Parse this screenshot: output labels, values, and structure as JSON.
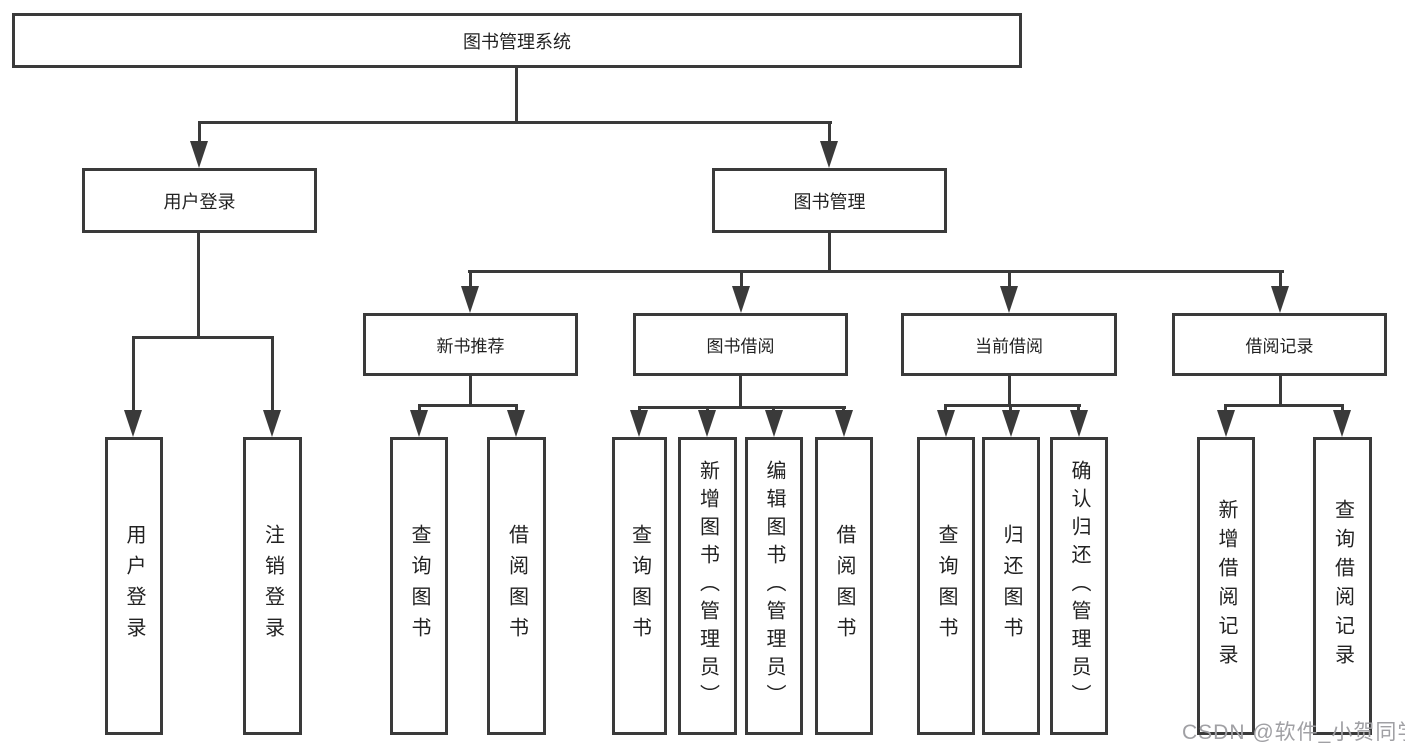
{
  "diagram": {
    "root": {
      "label": "图书管理系统"
    },
    "level2": [
      {
        "label": "用户登录"
      },
      {
        "label": "图书管理"
      }
    ],
    "level3": [
      {
        "label": "新书推荐"
      },
      {
        "label": "图书借阅"
      },
      {
        "label": "当前借阅"
      },
      {
        "label": "借阅记录"
      }
    ],
    "leaves": {
      "user_login": [
        {
          "label": "用户登录"
        },
        {
          "label": "注销登录"
        }
      ],
      "new_books": [
        {
          "label": "查询图书"
        },
        {
          "label": "借阅图书"
        }
      ],
      "borrowing": [
        {
          "label": "查询图书"
        },
        {
          "label": "新增图书（管理员）"
        },
        {
          "label": "编辑图书（管理员）"
        },
        {
          "label": "借阅图书"
        }
      ],
      "current": [
        {
          "label": "查询图书"
        },
        {
          "label": "归还图书"
        },
        {
          "label": "确认归还（管理员）"
        }
      ],
      "records": [
        {
          "label": "新增借阅记录"
        },
        {
          "label": "查询借阅记录"
        }
      ]
    },
    "watermark": {
      "label": "CSDN @软件_小贺同学"
    },
    "colors": {
      "line": "#3a3a3a",
      "text": "#222222",
      "background": "#ffffff",
      "watermark": "#a0a0a4"
    }
  }
}
